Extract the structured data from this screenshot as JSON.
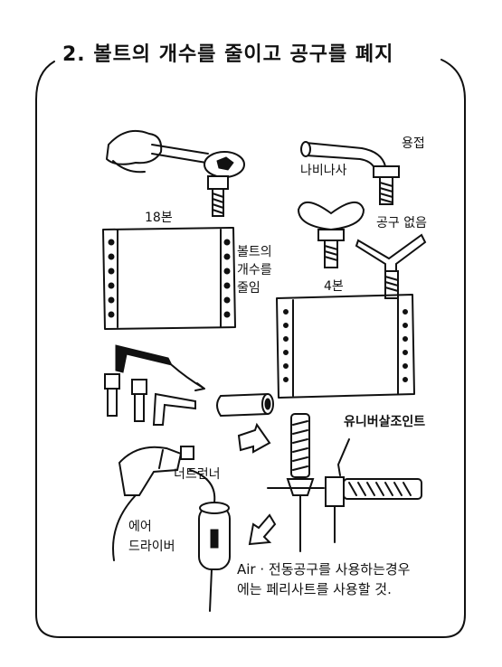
{
  "title": "2. 볼트의 개수를 줄이고 공구를 폐지",
  "labels": {
    "count_18": "18본",
    "reduce_1": "볼트의",
    "reduce_2": "개수를",
    "reduce_3": "줄임",
    "count_4": "4본",
    "welding": "용접",
    "wing_nut": "나비나사",
    "no_tool": "공구 없음",
    "universal_joint": "유니버살조인트",
    "nut_runner": "너트런너",
    "air_driver_1": "에어",
    "air_driver_2": "드라이버",
    "note_1": "Air · 전동공구를 사용하는경우",
    "note_2": "에는 페리사트를 사용할 것."
  }
}
